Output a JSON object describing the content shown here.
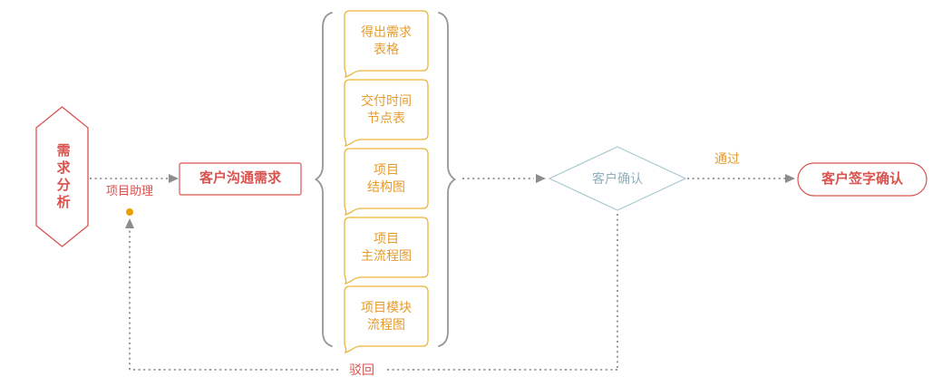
{
  "diagram": {
    "start": {
      "label": "需求分析"
    },
    "assistant": {
      "label": "项目助理"
    },
    "communicate": {
      "label": "客户沟通需求"
    },
    "deliverables": [
      {
        "label": "得出需求\n表格"
      },
      {
        "label": "交付时间\n节点表"
      },
      {
        "label": "项目\n结构图"
      },
      {
        "label": "项目\n主流程图"
      },
      {
        "label": "项目模块\n流程图"
      }
    ],
    "decision": {
      "label": "客户确认"
    },
    "edges": {
      "pass_label": "通过",
      "reject_label": "驳回"
    },
    "end": {
      "label": "客户签字确认"
    },
    "colors": {
      "red": "#d9534f",
      "yellow_border": "#ecb537",
      "yellow_text": "#e69b2c",
      "orange_dot": "#e8a000",
      "blue_border": "#a9c7d1",
      "blue_text": "#90b0bc",
      "line_gray": "#9b9b9b",
      "brace_gray": "#8f969c"
    }
  }
}
